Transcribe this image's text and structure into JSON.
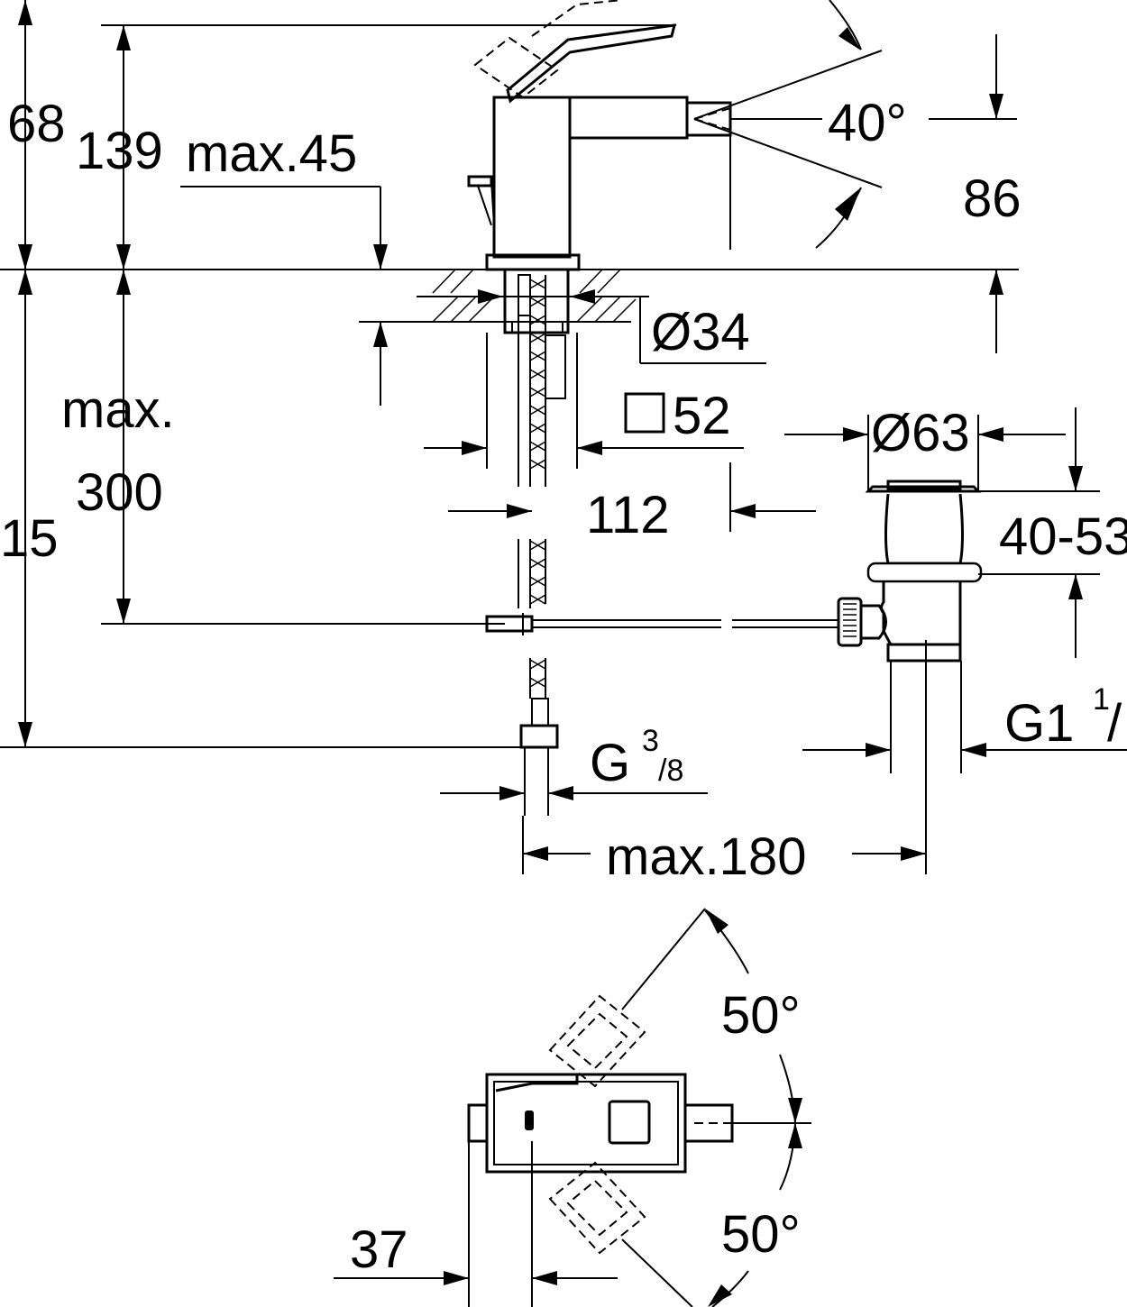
{
  "labels": {
    "d68": "68",
    "d139": "139",
    "max45": "max.45",
    "angle40": "40°",
    "d86": "86",
    "dia34": "Ø34",
    "max": "max.",
    "sq52": "52",
    "dia63": "Ø63",
    "d300": "300",
    "d15": "15",
    "d112": "112",
    "range": "40-53",
    "g1": "G1",
    "g1_sup": "1",
    "g1_slash": "/",
    "g_left": "G",
    "g_sup": "3",
    "g_sub": "/8",
    "max180": "max.180",
    "angle50_top": "50°",
    "angle50_bottom": "50°",
    "d37": "37"
  }
}
